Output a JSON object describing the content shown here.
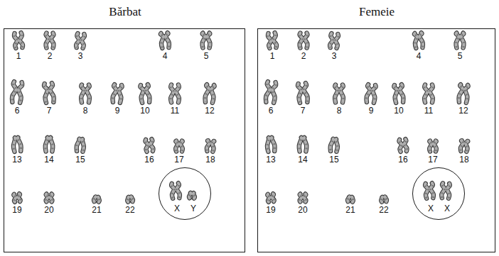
{
  "diagram": {
    "nodes": [
      {
        "text": [
          "Bărbat"
        ]
      },
      {
        "text": [
          "X",
          "Y"
        ],
        "in": 0
      },
      {
        "text": [
          "Femeie"
        ]
      },
      {
        "text": [
          "X",
          "X"
        ],
        "in": 2
      }
    ],
    "labels": [
      "1",
      "2",
      "3",
      "4",
      "5",
      "6",
      "7",
      "8",
      "9",
      "10",
      "11",
      "12",
      "13",
      "14",
      "15",
      "16",
      "17",
      "18",
      "19",
      "20",
      "21",
      "22",
      "1",
      "2",
      "3",
      "4",
      "5",
      "6",
      "7",
      "8",
      "9",
      "10",
      "11",
      "12",
      "13",
      "14",
      "15",
      "16",
      "17",
      "18",
      "19",
      "20",
      "21",
      "22"
    ]
  }
}
